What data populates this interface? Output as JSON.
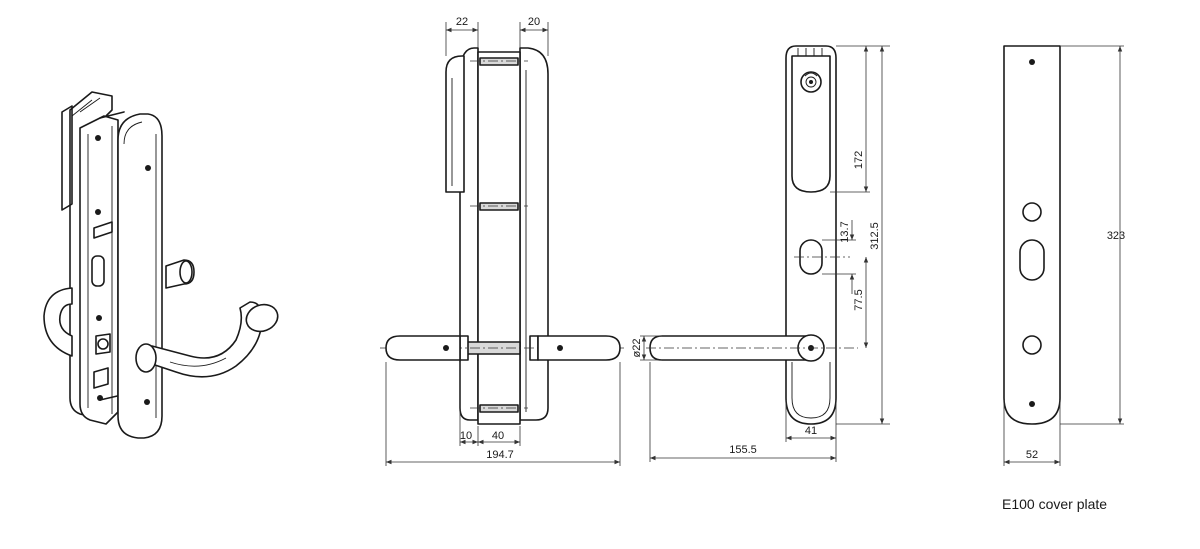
{
  "dimensions": {
    "side_top_left": "22",
    "side_top_right": "20",
    "side_bottom_10": "10",
    "side_bottom_40": "40",
    "side_total": "194.7",
    "front_172": "172",
    "front_13_7": "13.7",
    "front_312_5": "312.5",
    "front_77_5": "77.5",
    "front_dia22": "ø22",
    "front_41": "41",
    "front_155_5": "155.5",
    "cover_323": "323",
    "cover_52": "52"
  },
  "caption": "E100 cover plate"
}
